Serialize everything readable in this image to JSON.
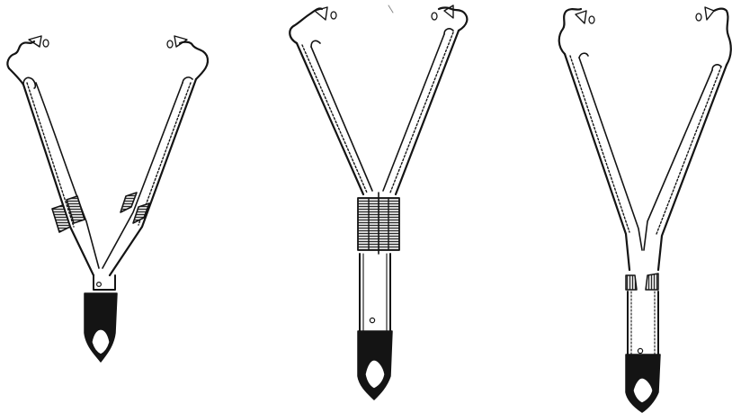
{
  "figure": {
    "panels": [
      {
        "id": "left",
        "variant": "v-shape, separate arms joined below narrow crossing"
      },
      {
        "id": "middle",
        "variant": "arms fused in a banded block above a long stem"
      },
      {
        "id": "right",
        "variant": "arms joined high, banded collars low on stem"
      }
    ],
    "colors": {
      "ink": "#141414",
      "paper": "#ffffff",
      "hatch": "#2a2a2a",
      "shade": "#555555"
    }
  }
}
